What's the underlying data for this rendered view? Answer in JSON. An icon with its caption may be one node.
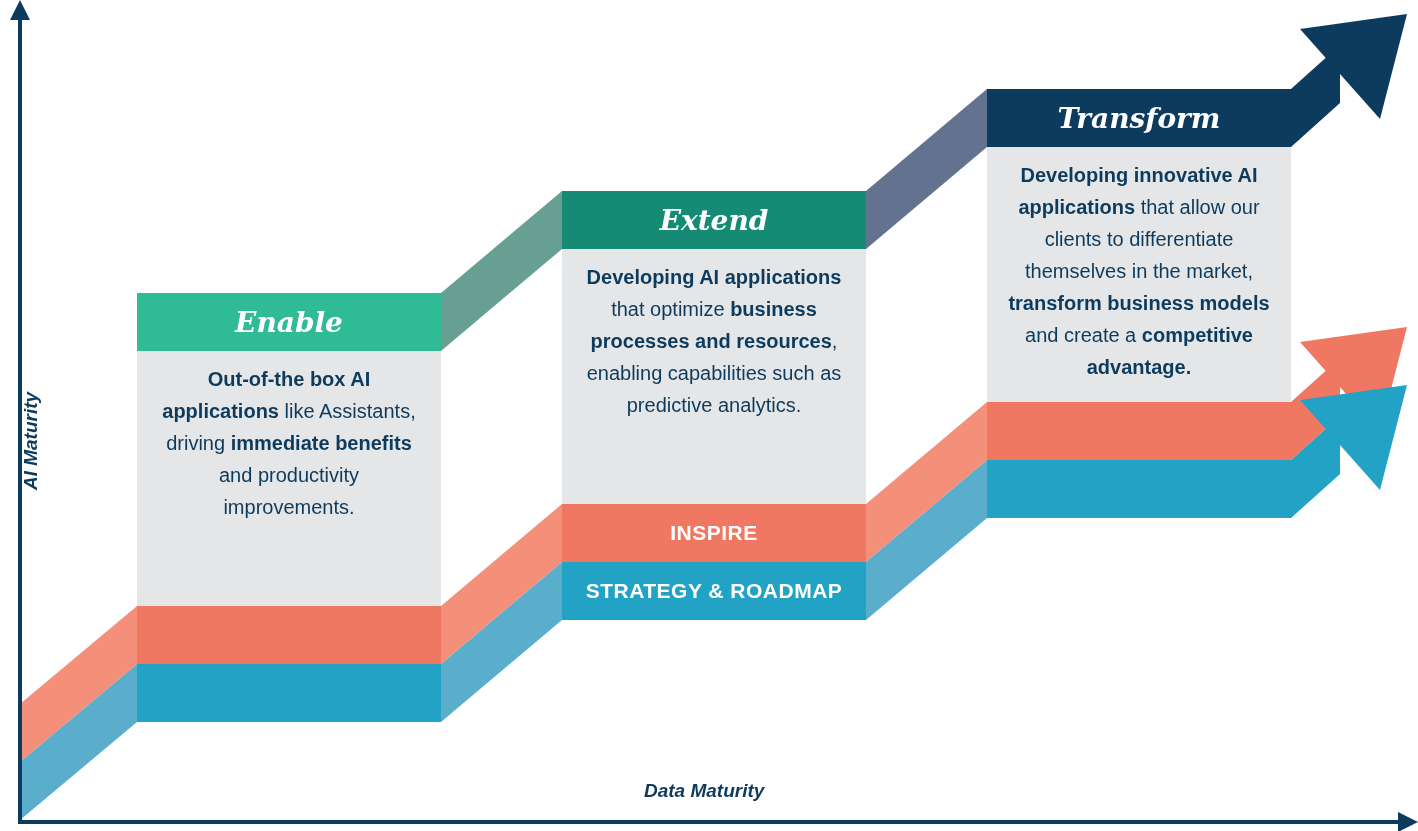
{
  "diagram": {
    "nodes": [
      {
        "text": [
          "Enable",
          "**Out-of-the box AI applications** like Assistants, driving **immediate benefits** and productivity improvements."
        ]
      },
      {
        "text": [
          "Extend",
          "**Developing AI applications** that optimize **business processes and resources**, enabling capabilities such as predictive analytics."
        ]
      },
      {
        "text": [
          "Transform",
          "**Developing innovative AI applications** that allow our clients to differentiate themselves in the market, **transform business models** and create a **competitive advantage.**"
        ]
      },
      {
        "text": [
          "INSPIRE"
        ]
      },
      {
        "text": [
          "STRATEGY & ROADMAP"
        ]
      }
    ],
    "labels": [
      "AI Maturity",
      "Data Maturity"
    ]
  }
}
